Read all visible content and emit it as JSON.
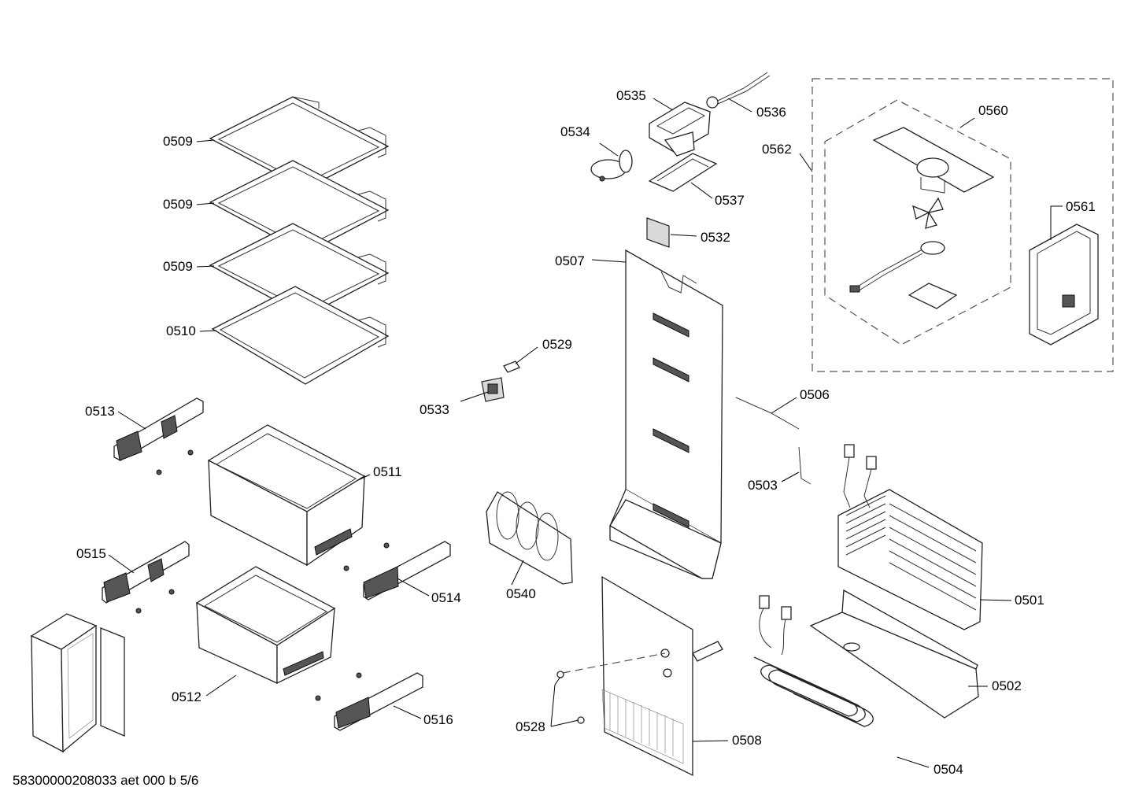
{
  "labels": {
    "l0509a": "0509",
    "l0509b": "0509",
    "l0509c": "0509",
    "l0510": "0510",
    "l0513": "0513",
    "l0511": "0511",
    "l0515": "0515",
    "l0514": "0514",
    "l0512": "0512",
    "l0516": "0516",
    "l0535": "0535",
    "l0536": "0536",
    "l0534": "0534",
    "l0537": "0537",
    "l0532": "0532",
    "l0507": "0507",
    "l0529": "0529",
    "l0533": "0533",
    "l0540": "0540",
    "l0528": "0528",
    "l0508": "0508",
    "l0560": "0560",
    "l0562": "0562",
    "l0561": "0561",
    "l0506": "0506",
    "l0503": "0503",
    "l0501": "0501",
    "l0502": "0502",
    "l0504": "0504"
  },
  "footer": "58300000208033 aet 000 b 5/6"
}
